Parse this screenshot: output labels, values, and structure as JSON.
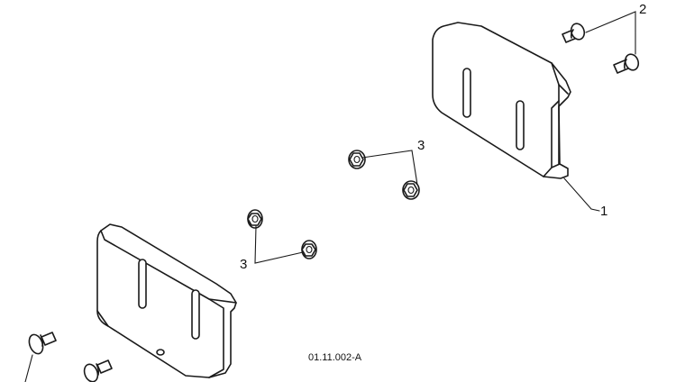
{
  "callouts": {
    "part_1": "1",
    "part_2": "2",
    "part_3_upper": "3",
    "part_3_lower": "3"
  },
  "figure_code": "01.11.002-A",
  "colors": {
    "line": "#1a1a1a",
    "background": "#ffffff"
  }
}
